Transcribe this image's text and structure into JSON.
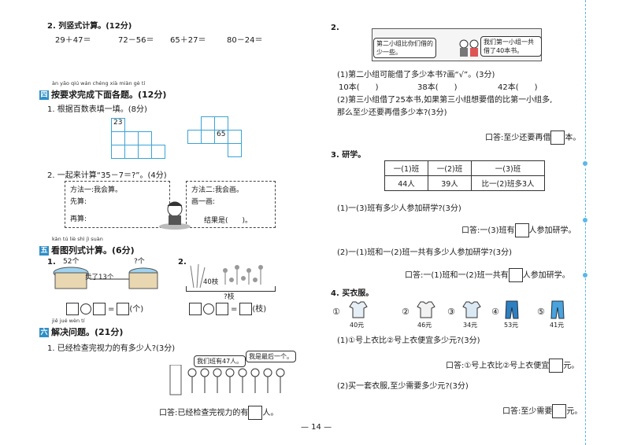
{
  "left": {
    "q2_title": "2. 列竖式计算。(12分)",
    "calc": [
      "29＋47＝",
      "72－56＝",
      "65＋27＝",
      "80－24＝"
    ],
    "sec4_pinyin": "àn yāo qiú wán chéng xià miàn gè tí",
    "sec4_badge": "四",
    "sec4_title": "按要求完成下面各题。(12分)",
    "s4q1": "1. 根据百数表填一填。(8分)",
    "grid_a_num": "23",
    "grid_b_num": "65",
    "s4q2": "2. 一起来计算“35－7＝?”。(4分)",
    "method1_title": "方法一:我会算。",
    "method1_l1": "先算:",
    "method1_l2": "再算:",
    "method2_title": "方法二:我会画。",
    "method2_l1": "画一画:",
    "method2_l2": "结果是(　　)。",
    "sec5_pinyin": "kàn tú liè shì jì suàn",
    "sec5_badge": "五",
    "sec5_title": "看图列式计算。(6分)",
    "s5q1_num": "1.",
    "s5q1_count": "52个",
    "s5q1_ask": "?个",
    "s5q1_sold": "卖了13个",
    "s5q1_unit": "(个)",
    "s5q2_num": "2.",
    "s5q2_count": "40枝",
    "s5q2_ask": "?枝",
    "s5q2_unit": "(枝)",
    "sec6_pinyin": "jiě jué wèn tí",
    "sec6_badge": "六",
    "sec6_title": "解决问题。(21分)",
    "s6q1": "1. 已经检查完视力的有多少人?(3分)",
    "s6q1_b1": "我们班有47人。",
    "s6q1_b2": "我是最后一个。",
    "s6q1_answer_a": "口答:已经检查完视力的有",
    "s6q1_answer_b": "人。",
    "page_number": "— 14 —"
  },
  "right": {
    "q2_num": "2.",
    "q2_b1": "第二小组比你们借的少一些。",
    "q2_b2": "我们第一小组一共借了40本书。",
    "q2_p1": "(1)第二小组可能借了多少本书?画“√”。(3分)",
    "q2_opts": [
      "10本(　　)",
      "38本(　　)",
      "42本(　　)"
    ],
    "q2_p2a": "(2)第三小组借了25本书,如果第三小组想要借的比第一小组多,",
    "q2_p2b": "那么至少还要再借多少本?(3分)",
    "q2_answer_a": "口答:至少还要再借",
    "q2_answer_b": "本。",
    "q3_title": "3. 研学。",
    "q3_table_head": [
      "一(1)班",
      "一(2)班",
      "一(3)班"
    ],
    "q3_table_row": [
      "44人",
      "39人",
      "比一(2)班多3人"
    ],
    "q3_p1": "(1)一(3)班有多少人参加研学?(3分)",
    "q3_a1a": "口答:一(3)班有",
    "q3_a1b": "人参加研学。",
    "q3_p2": "(2)一(1)班和一(2)班一共有多少人参加研学?(3分)",
    "q3_a2a": "口答:一(1)班和一(2)班一共有",
    "q3_a2b": "人参加研学。",
    "q4_title": "4. 买衣服。",
    "clothes": [
      {
        "num": "①",
        "price": "40元",
        "kind": "shirt"
      },
      {
        "num": "②",
        "price": "46元",
        "kind": "shirt"
      },
      {
        "num": "③",
        "price": "34元",
        "kind": "shirt"
      },
      {
        "num": "④",
        "price": "53元",
        "kind": "pants"
      },
      {
        "num": "⑤",
        "price": "41元",
        "kind": "pants"
      }
    ],
    "q4_p1": "(1)①号上衣比②号上衣便宜多少元?(3分)",
    "q4_a1a": "口答:①号上衣比②号上衣便宜",
    "q4_a1b": "元。",
    "q4_p2": "(2)买一套衣服,至少需要多少元?(3分)",
    "q4_a2a": "口答:至少需要",
    "q4_a2b": "元。"
  },
  "colors": {
    "accent": "#2f8fc7",
    "grid": "#3ba3d6",
    "rail": "#5bb8e6"
  }
}
